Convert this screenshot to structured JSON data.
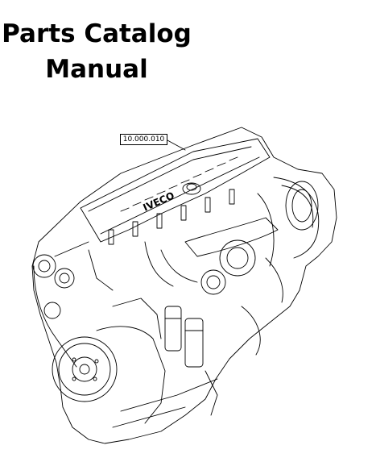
{
  "document": {
    "title_line1": "Parts Catalog",
    "title_line2": "Manual"
  },
  "illustration": {
    "callout_label": "10.000.010",
    "valve_cover_lettering": "IVECO"
  },
  "colors": {
    "ink": "#000000",
    "background": "#ffffff"
  }
}
